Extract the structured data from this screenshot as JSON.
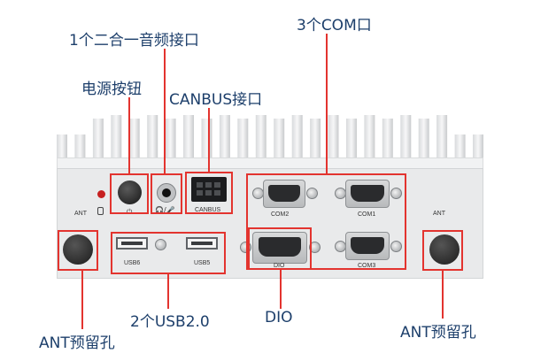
{
  "callouts": {
    "com3": "3个COM口",
    "audio": "1个二合一音频接口",
    "power": "电源按钮",
    "canbus": "CANBUS接口",
    "usb": "2个USB2.0",
    "dio": "DIO",
    "ant_left": "ANT预留孔",
    "ant_right": "ANT预留孔"
  },
  "panel_labels": {
    "ant_left": "ANT",
    "ant_right": "ANT",
    "canbus": "CANBUS",
    "com1": "COM1",
    "com2": "COM2",
    "com3": "COM3",
    "usb6": "USB6",
    "usb5": "USB5",
    "dio": "DIO"
  },
  "colors": {
    "callout_text": "#1d3f6b",
    "highlight": "#e3342f"
  }
}
